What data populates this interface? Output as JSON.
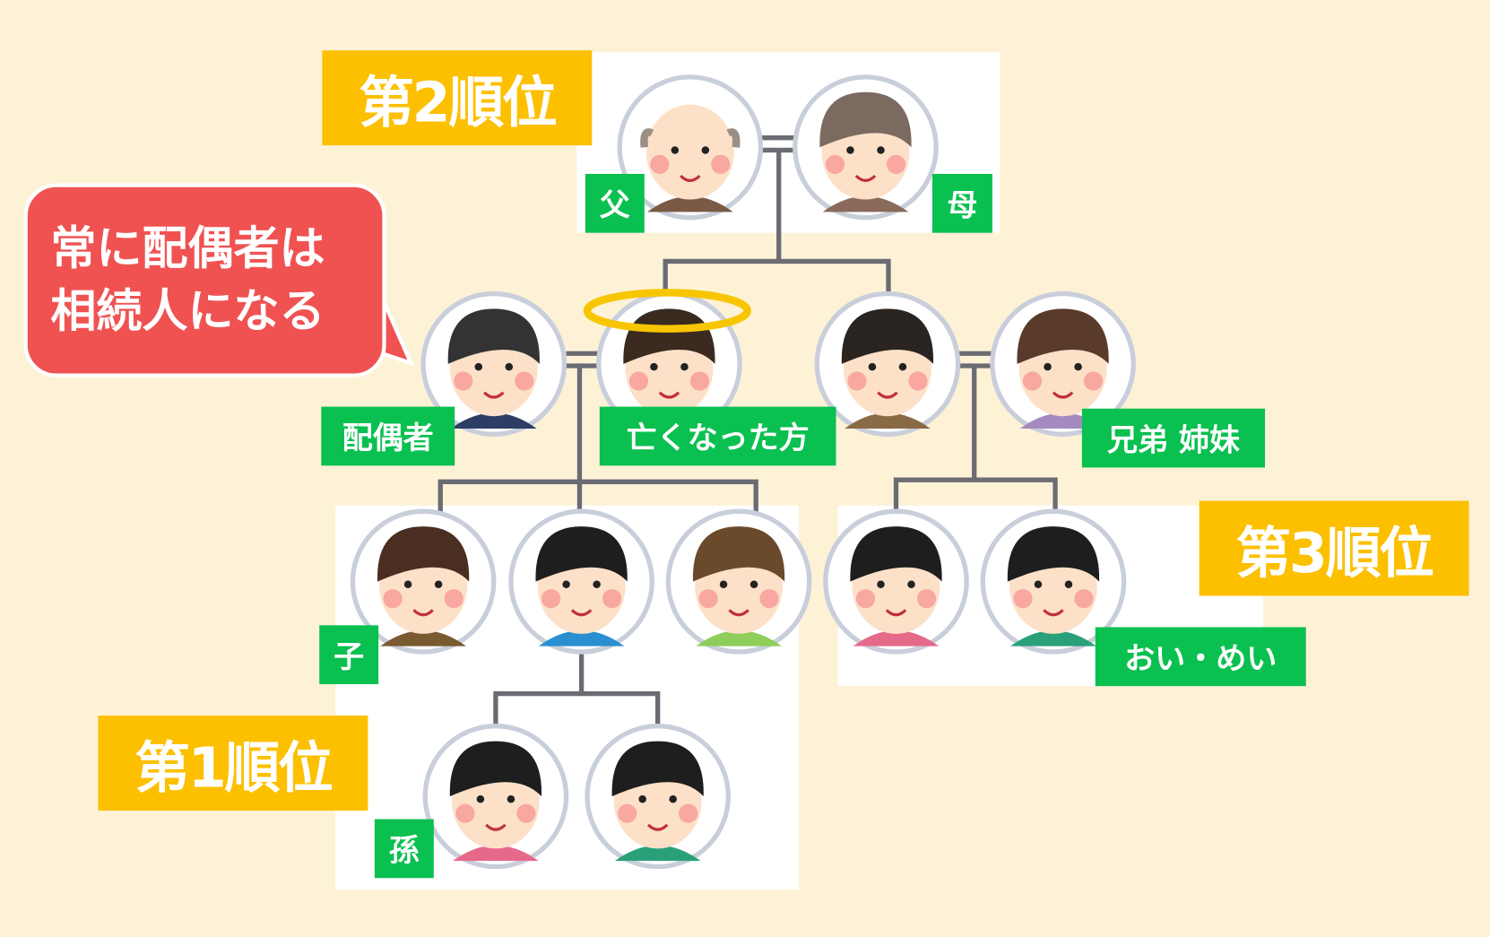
{
  "ranks": {
    "first": "第1順位",
    "second": "第2順位",
    "third": "第3順位"
  },
  "bubble": {
    "line1": "常に配偶者は",
    "line2": "相続人になる"
  },
  "labels": {
    "father": "父",
    "mother": "母",
    "spouse": "配偶者",
    "deceased": "亡くなった方",
    "siblings": "兄弟 姉妹",
    "child": "子",
    "grandchild": "孫",
    "nephew_niece": "おい・めい"
  },
  "colors": {
    "background": "#fdf2d6",
    "rank": "#fcc000",
    "tag": "#0ac050",
    "bubble": "#f05252",
    "line": "#6b6b73",
    "halo": "#f7c600"
  }
}
